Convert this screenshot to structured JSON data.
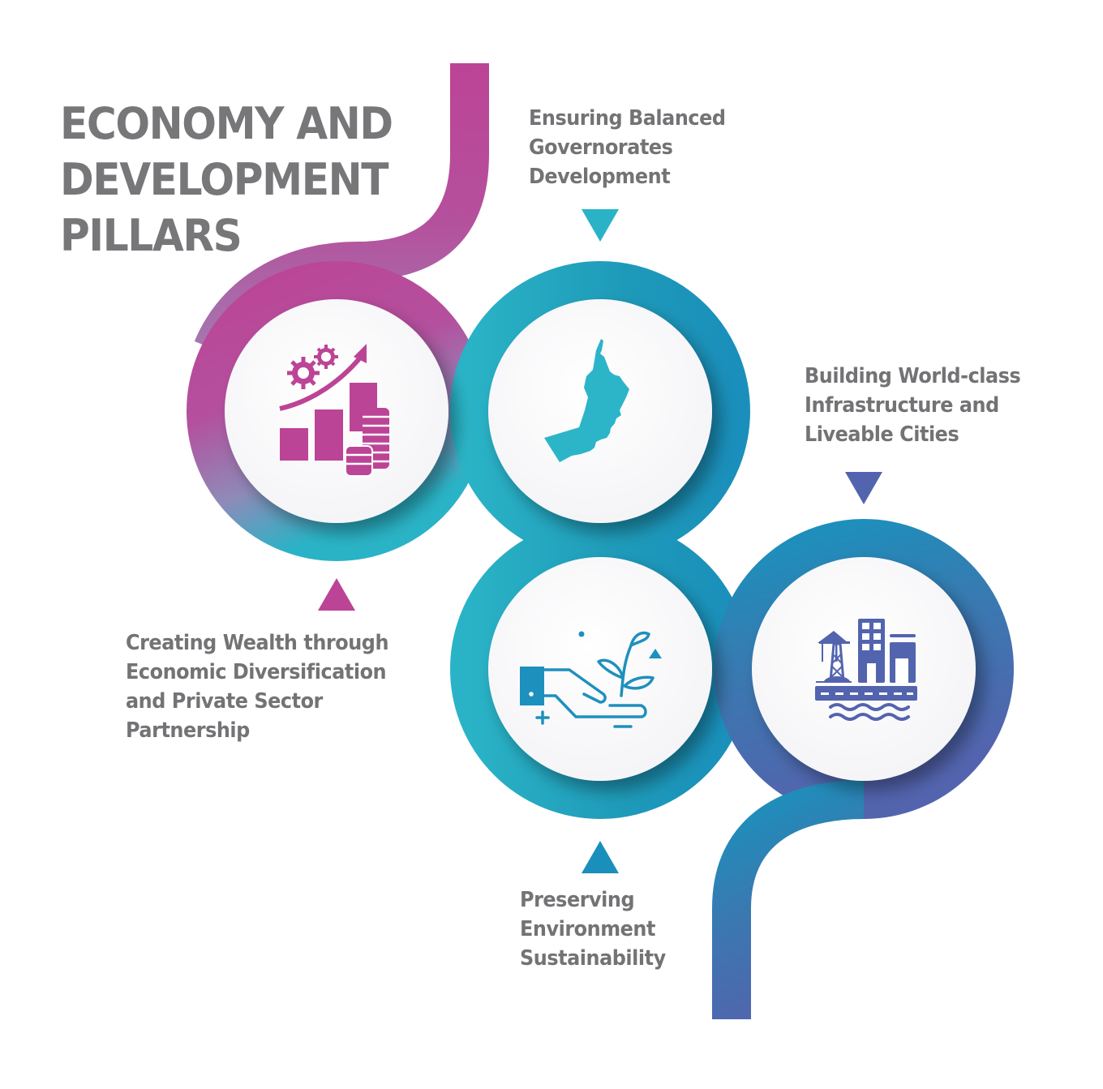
{
  "title": {
    "lines": [
      "ECONOMY AND",
      "DEVELOPMENT",
      "PILLARS"
    ],
    "color": "#77777a"
  },
  "colors": {
    "magenta": "#bc4496",
    "teal": "#2ab3c6",
    "blue_teal": "#1a8fbb",
    "indigo": "#5364ae",
    "text_gray": "#737376",
    "disc": "#fafafb"
  },
  "pillars": [
    {
      "id": "economic-diversification",
      "lines": [
        "Creating Wealth through",
        "Economic Diversification",
        "and Private Sector",
        "Partnership"
      ],
      "icon": "growth-chart-coins-gears-icon",
      "arrow": "up",
      "color": "#bc4496"
    },
    {
      "id": "governorates-development",
      "lines": [
        "Ensuring Balanced",
        "Governorates",
        "Development"
      ],
      "icon": "oman-map-icon",
      "arrow": "down",
      "color": "#2ab3c6"
    },
    {
      "id": "environment-sustainability",
      "lines": [
        "Preserving",
        "Environment",
        "Sustainability"
      ],
      "icon": "hand-holding-plant-icon",
      "arrow": "up",
      "color": "#1a8fbb"
    },
    {
      "id": "infrastructure-cities",
      "lines": [
        "Building World-class",
        "Infrastructure and",
        "Liveable Cities"
      ],
      "icon": "city-infrastructure-icon",
      "arrow": "down",
      "color": "#5364ae"
    }
  ]
}
